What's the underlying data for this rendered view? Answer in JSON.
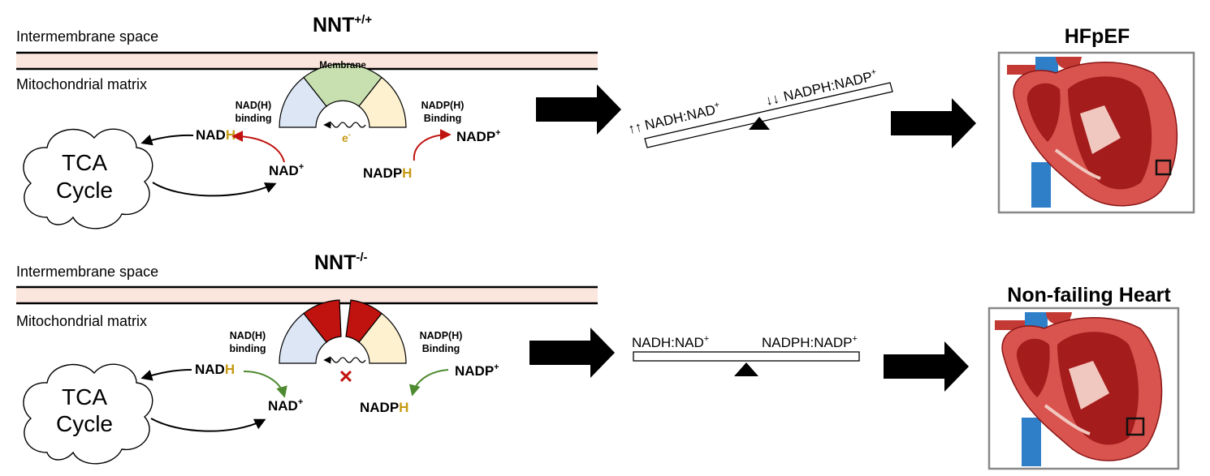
{
  "top": {
    "title_main": "NNT",
    "title_sup": "+/+",
    "intermembrane": "Intermembrane space",
    "matrix": "Mitochondrial matrix",
    "membrane_label": "Membrane",
    "nad_binding": [
      "NAD(H)",
      "binding"
    ],
    "nadp_binding": [
      "NADP(H)",
      "Binding"
    ],
    "electron": "e",
    "electron_sup": "-",
    "tca": [
      "TCA",
      "Cycle"
    ],
    "nadh_base": "NAD",
    "nadh_h": "H",
    "nad_plus_base": "NAD",
    "nad_plus_sup": "+",
    "nadph_base": "NADP",
    "nadph_h": "H",
    "nadp_plus_base": "NADP",
    "nadp_plus_sup": "+",
    "ratio_left_arrows": "↑↑",
    "ratio_left": "NADH:NAD",
    "ratio_left_sup": "+",
    "ratio_right_arrows": "↓↓",
    "ratio_right": "NADPH:NADP",
    "ratio_right_sup": "+",
    "outcome": "HFpEF"
  },
  "bottom": {
    "title_main": "NNT",
    "title_sup": "-/-",
    "intermembrane": "Intermembrane space",
    "matrix": "Mitochondrial matrix",
    "nad_binding": [
      "NAD(H)",
      "binding"
    ],
    "nadp_binding": [
      "NADP(H)",
      "Binding"
    ],
    "tca": [
      "TCA",
      "Cycle"
    ],
    "nadh_base": "NAD",
    "nadh_h": "H",
    "nad_plus_base": "NAD",
    "nad_plus_sup": "+",
    "nadph_base": "NADP",
    "nadph_h": "H",
    "nadp_plus_base": "NADP",
    "nadp_plus_sup": "+",
    "block_mark": "✕",
    "ratio_left": "NADH:NAD",
    "ratio_left_sup": "+",
    "ratio_right": "NADPH:NADP",
    "ratio_right_sup": "+",
    "outcome": "Non-failing Heart"
  },
  "colors": {
    "membrane_band": "#fbe6dd",
    "membrane_green": "#c8e0b0",
    "nad_domain": "#dce6f4",
    "nadp_domain": "#fdf1cf",
    "mutant_red": "#c0120e",
    "arrow_red": "#c0120e",
    "arrow_green": "#4e8a30",
    "h_gold": "#c79a14",
    "heart_red": "#d9544f",
    "heart_dark": "#a41c1c",
    "vessel_blue": "#2f7fc8"
  },
  "icons": [
    "heart-illustration",
    "big-right-arrow",
    "balance-fulcrum",
    "wavy-electron-path",
    "tca-cloud"
  ]
}
